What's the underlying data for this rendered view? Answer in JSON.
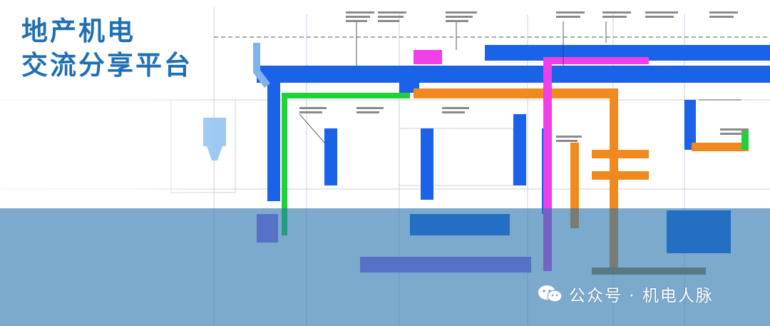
{
  "title": {
    "line1": "地产机电",
    "line2": "交流分享平台"
  },
  "watermark": {
    "text": "公众号 · 机电人脉",
    "icon": "wechat-icon"
  },
  "colors": {
    "title": "#1f6fb4",
    "band": "#2c76af",
    "duct_blue": "#1a62e8",
    "duct_light_blue": "#7fb4ee",
    "duct_green": "#22d13a",
    "duct_orange": "#f08a1e",
    "duct_magenta": "#ef3fe6",
    "duct_purple": "#9a6cf0",
    "duct_brown": "#a67c3a"
  }
}
